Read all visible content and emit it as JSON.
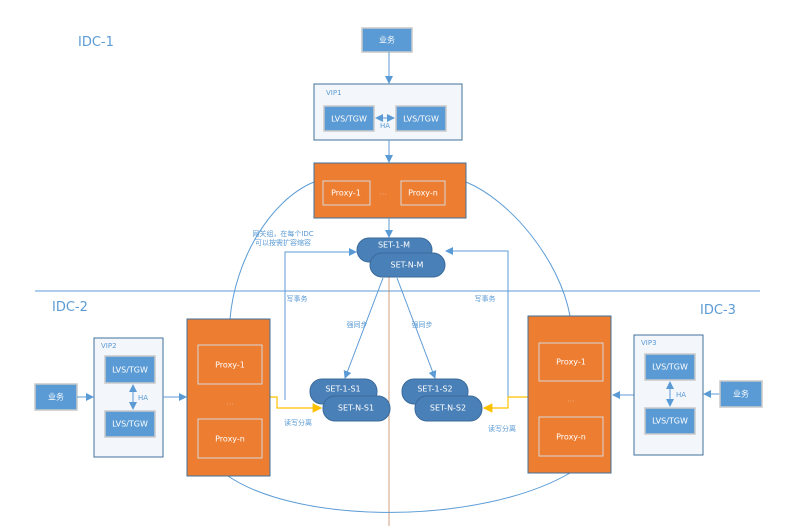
{
  "idc_labels": {
    "idc1": "IDC-1",
    "idc2": "IDC-2",
    "idc3": "IDC-3"
  },
  "business": "业务",
  "lvs": "LVS/TGW",
  "ha": "HA",
  "vips": {
    "vip1": "VIP1",
    "vip2": "VIP2",
    "vip3": "VIP3"
  },
  "proxy1": "Proxy-1",
  "proxyn": "Proxy-n",
  "ellipsis": "...",
  "gateway_note": {
    "line1": "网关组，在每个IDC",
    "line2": "可以按需扩容缩容"
  },
  "sets": {
    "m1": "SET-1-M",
    "mn": "SET-N-M",
    "s1_1": "SET-1-S1",
    "s1_n": "SET-N-S1",
    "s2_1": "SET-1-S2",
    "s2_n": "SET-N-S2"
  },
  "write_tx": "写事务",
  "strong_sync": "强同步",
  "rw_split": "读写分离",
  "colors": {
    "blue": "#5b9bd5",
    "orange": "#ed7d31",
    "set": "#4a80b8",
    "read_arrow": "#ffc000"
  }
}
